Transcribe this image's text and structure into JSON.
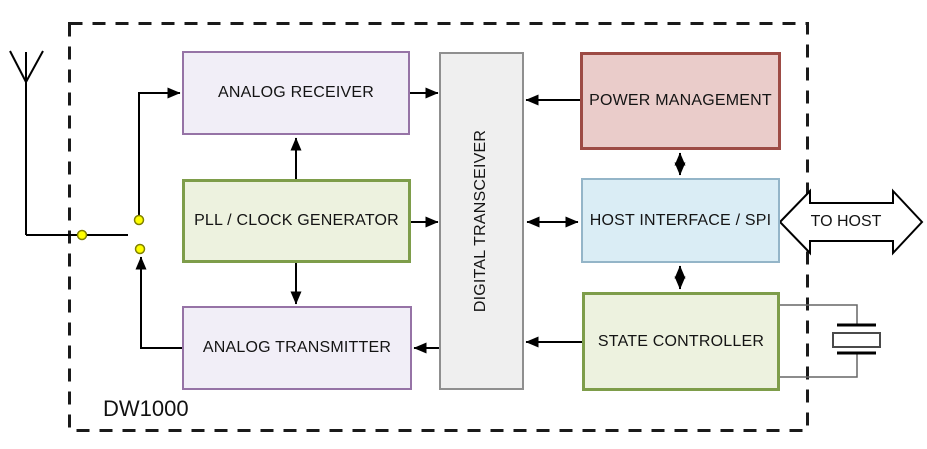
{
  "diagram": {
    "chip_label": "DW1000",
    "blocks": {
      "analog_receiver": {
        "label": "ANALOG RECEIVER",
        "fill": "#F1EEF7",
        "stroke": "#9673A6"
      },
      "pll_clock_generator": {
        "label": "PLL / CLOCK GENERATOR",
        "fill": "#EDF2DF",
        "stroke": "#7E9D4A"
      },
      "analog_transmitter": {
        "label": "ANALOG TRANSMITTER",
        "fill": "#F1EEF7",
        "stroke": "#9673A6"
      },
      "digital_transceiver": {
        "label": "DIGITAL TRANSCEIVER",
        "fill": "#EFEFEF",
        "stroke": "#8F8F8F"
      },
      "power_management": {
        "label": "POWER MANAGEMENT",
        "fill": "#EACCCA",
        "stroke": "#9D4B45"
      },
      "host_interface_spi": {
        "label": "HOST INTERFACE / SPI",
        "fill": "#DAEDF5",
        "stroke": "#94B5C8"
      },
      "state_controller": {
        "label": "STATE CONTROLLER",
        "fill": "#EDF2DF",
        "stroke": "#7E9D4A"
      }
    },
    "external": {
      "to_host_label": "TO HOST"
    },
    "colors": {
      "line": "#000000",
      "dashed_boundary": "#1A1A1A",
      "switch_dot_fill": "#FFFF00",
      "switch_dot_stroke": "#808000",
      "crystal_lead": "#666666",
      "background": "#FFFFFF"
    }
  }
}
